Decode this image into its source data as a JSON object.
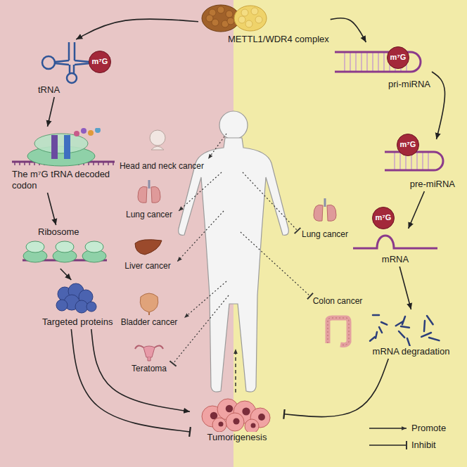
{
  "diagram": {
    "nodes": [
      {
        "text": [
          "METTL1/WDR4 complex"
        ]
      },
      {
        "text": [
          "tRNA"
        ]
      },
      {
        "text": [
          "m⁷G"
        ]
      },
      {
        "text": [
          "The m⁷G tRNA decoded codon"
        ]
      },
      {
        "text": [
          "Ribosome"
        ]
      },
      {
        "text": [
          "Targeted proteins"
        ]
      },
      {
        "text": [
          "Tumorigenesis"
        ]
      },
      {
        "text": [
          "pri-miRNA"
        ]
      },
      {
        "text": [
          "m⁷G"
        ]
      },
      {
        "text": [
          "pre-miRNA"
        ]
      },
      {
        "text": [
          "m⁷G"
        ]
      },
      {
        "text": [
          "mRNA"
        ]
      },
      {
        "text": [
          "m⁷G"
        ]
      },
      {
        "text": [
          "mRNA degradation"
        ]
      }
    ],
    "edges": [
      {
        "from": 0,
        "to": 1,
        "arrow": "to"
      },
      {
        "from": 0,
        "to": 7,
        "arrow": "to"
      },
      {
        "from": 1,
        "to": 3,
        "arrow": "to"
      },
      {
        "from": 3,
        "to": 4,
        "arrow": "to"
      },
      {
        "from": 4,
        "to": 5,
        "arrow": "to"
      },
      {
        "from": 5,
        "to": 6,
        "arrow": "to"
      },
      {
        "from": 5,
        "to": 6,
        "arrow": "to"
      },
      {
        "from": 7,
        "to": 9,
        "arrow": "to"
      },
      {
        "from": 9,
        "to": 11,
        "arrow": "to"
      },
      {
        "from": 11,
        "to": 13,
        "arrow": "to"
      },
      {
        "from": 13,
        "to": 6,
        "arrow": "to"
      }
    ],
    "labels": [
      "Head and neck cancer",
      "Lung cancer",
      "Liver cancer",
      "Bladder cancer",
      "Teratoma",
      "Lung cancer",
      "Colon cancer"
    ],
    "legend": [
      {
        "text": "Promote"
      },
      {
        "text": "Inhibit"
      }
    ]
  }
}
